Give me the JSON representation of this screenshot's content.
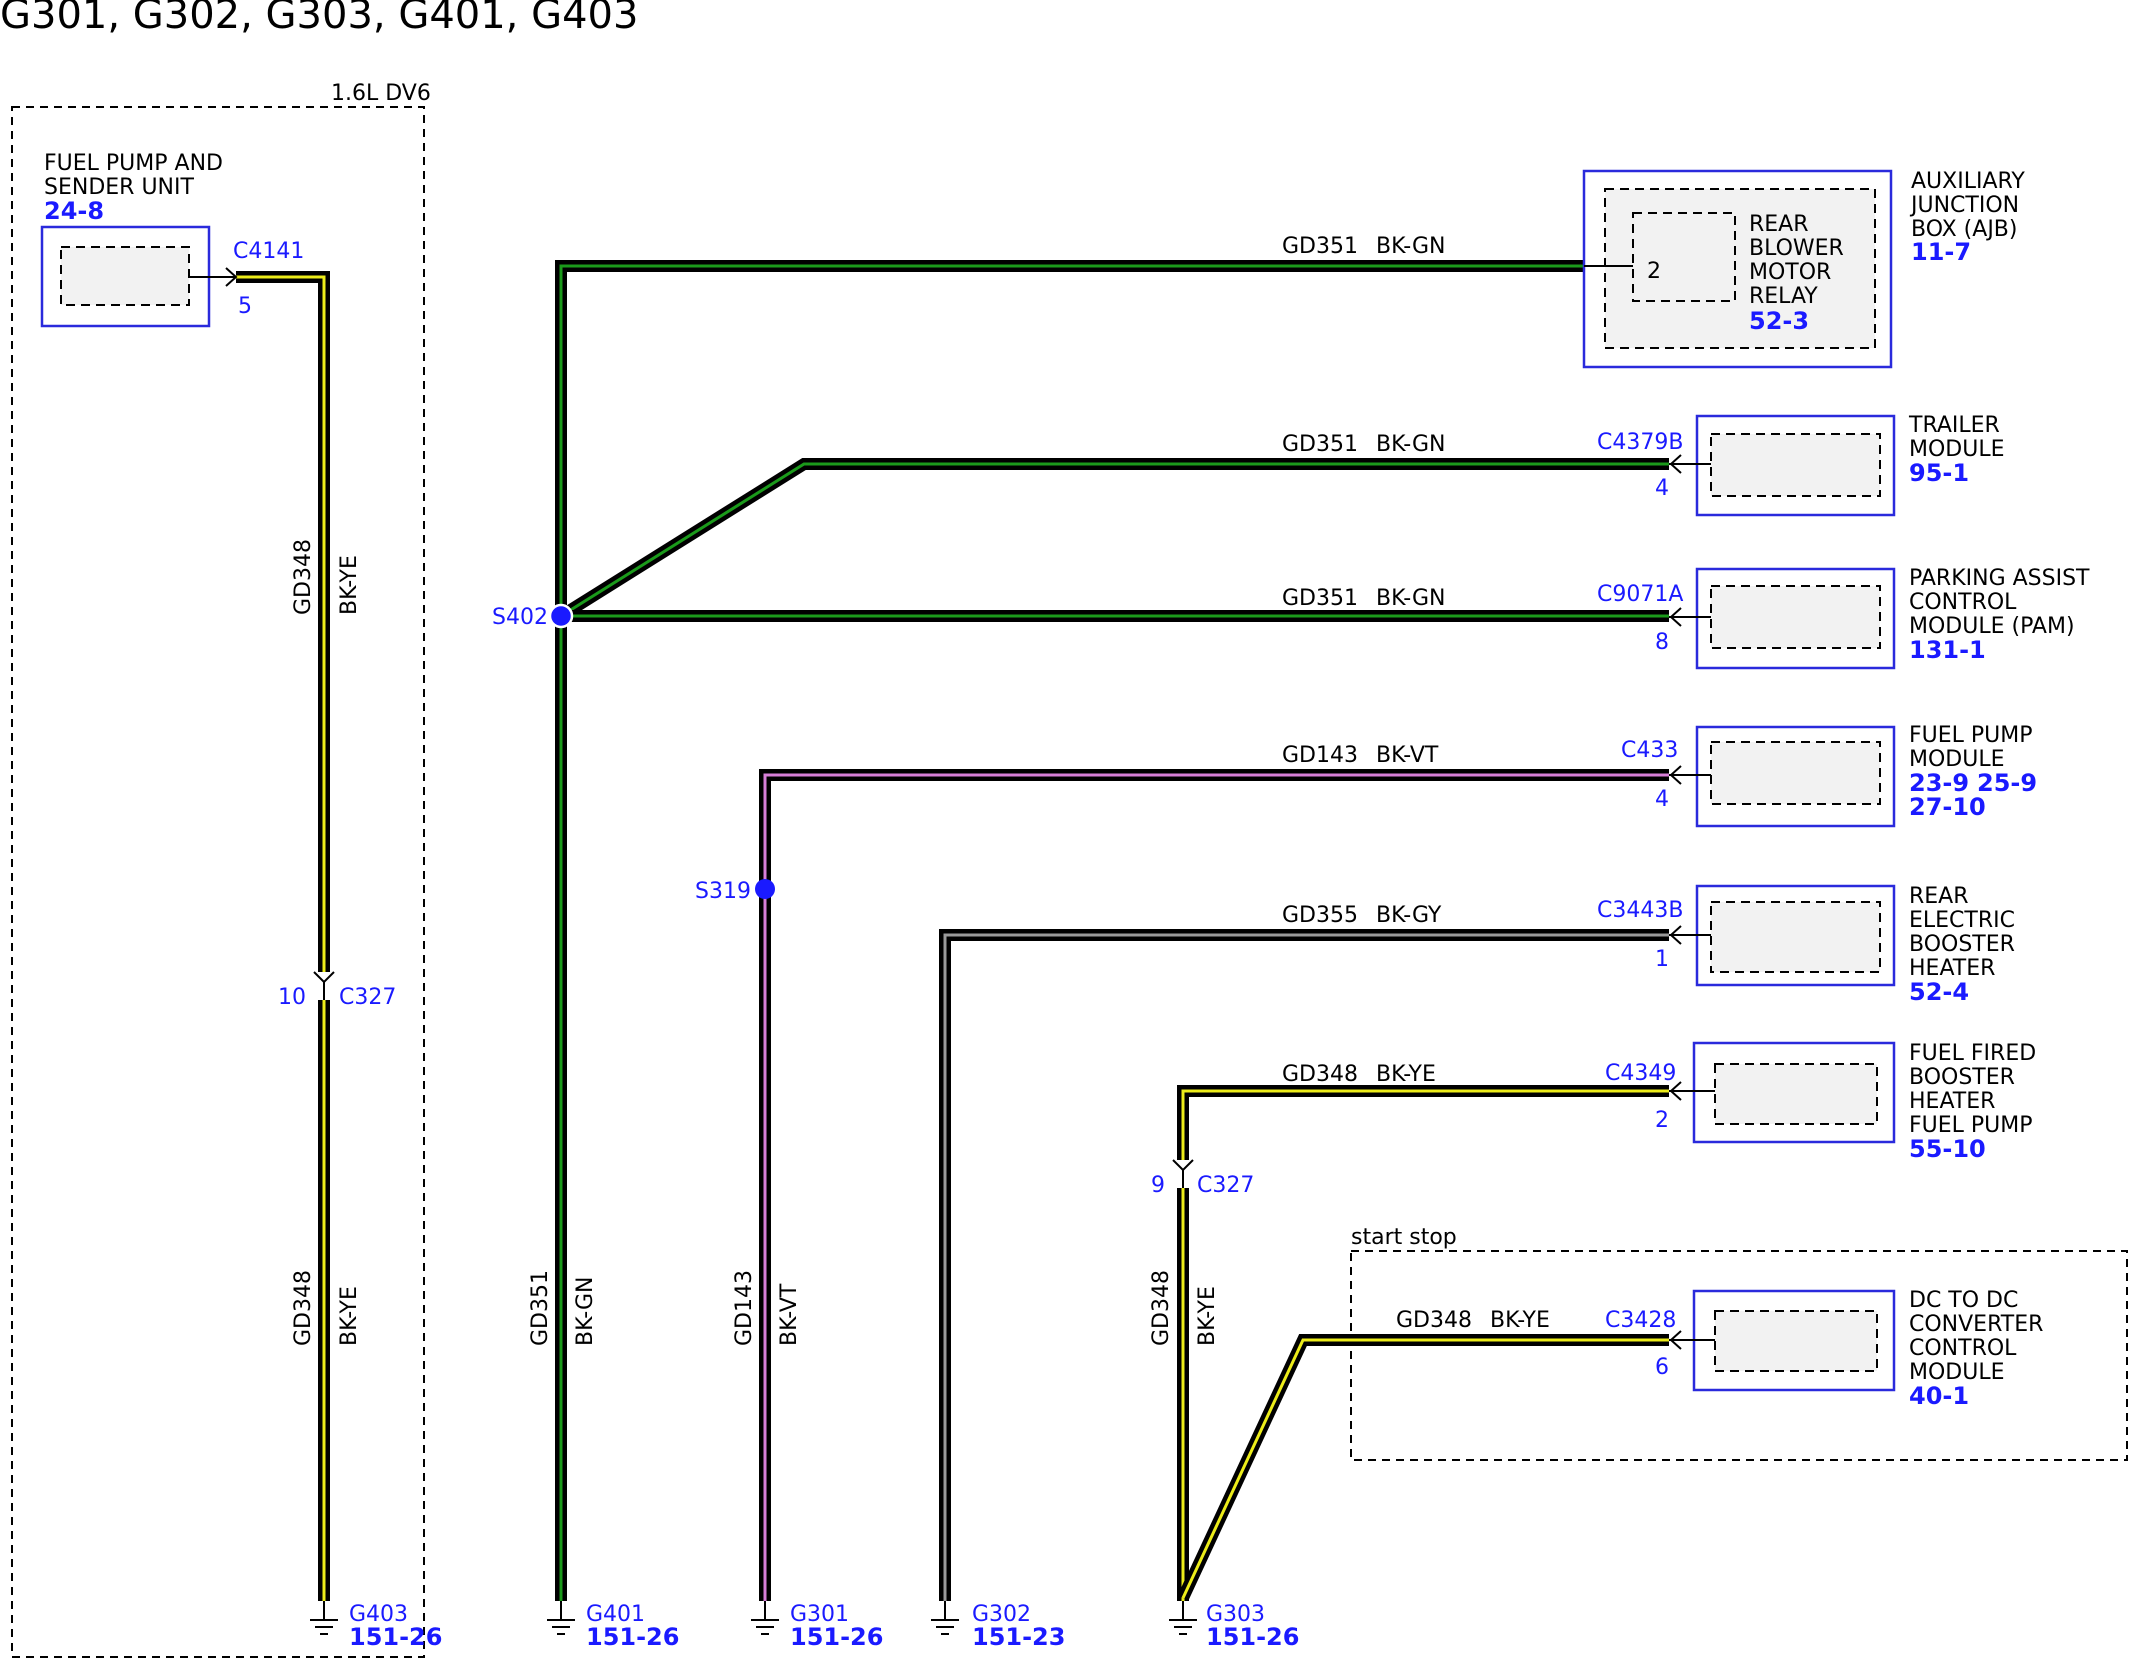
{
  "title": "G301, G302, G303, G401, G403",
  "wire_colors": {
    "BK": "#000000",
    "GN": "#1b9a1b",
    "YE": "#ecec1a",
    "VT": "#d87fd8",
    "GY": "#9a9a9a",
    "connector_blue": "#1a1aff"
  },
  "zones": {
    "engine": "1.6L DV6",
    "start_stop": "start stop"
  },
  "components": {
    "fuel_pump_sender": {
      "name_line1": "FUEL PUMP AND",
      "name_line2": "SENDER UNIT",
      "ref": "24-8",
      "connector": "C4141",
      "pin": "5"
    },
    "ajb": {
      "name_line1": "AUXILIARY",
      "name_line2": "JUNCTION",
      "name_line3": "BOX (AJB)",
      "ref": "11-7"
    },
    "relay": {
      "name_line1": "REAR",
      "name_line2": "BLOWER",
      "name_line3": "MOTOR",
      "name_line4": "RELAY",
      "ref": "52-3",
      "pin": "2"
    },
    "trailer": {
      "name_line1": "TRAILER",
      "name_line2": "MODULE",
      "ref": "95-1",
      "connector": "C4379B",
      "pin": "4"
    },
    "pam": {
      "name_line1": "PARKING ASSIST",
      "name_line2": "CONTROL",
      "name_line3": "MODULE (PAM)",
      "ref": "131-1",
      "connector": "C9071A",
      "pin": "8"
    },
    "fuel_pump_module": {
      "name_line1": "FUEL PUMP",
      "name_line2": "MODULE",
      "ref1": "23-9",
      "ref2": "25-9",
      "ref3": "27-10",
      "connector": "C433",
      "pin": "4"
    },
    "booster": {
      "name_line1": "REAR",
      "name_line2": "ELECTRIC",
      "name_line3": "BOOSTER",
      "name_line4": "HEATER",
      "ref": "52-4",
      "connector": "C3443B",
      "pin": "1"
    },
    "fuel_fired": {
      "name_line1": "FUEL FIRED",
      "name_line2": "BOOSTER",
      "name_line3": "HEATER",
      "name_line4": "FUEL PUMP",
      "ref": "55-10",
      "connector": "C4349",
      "pin": "2"
    },
    "dcdc": {
      "name_line1": "DC TO DC",
      "name_line2": "CONVERTER",
      "name_line3": "CONTROL",
      "name_line4": "MODULE",
      "ref": "40-1",
      "connector": "C3428",
      "pin": "6"
    }
  },
  "inline_connectors": {
    "c327_a": {
      "name": "C327",
      "pin": "10"
    },
    "c327_b": {
      "name": "C327",
      "pin": "9"
    }
  },
  "splices": {
    "s402": "S402",
    "s319": "S319"
  },
  "wires": {
    "gd348": {
      "circuit": "GD348",
      "color": "BK-YE"
    },
    "gd351": {
      "circuit": "GD351",
      "color": "BK-GN"
    },
    "gd143": {
      "circuit": "GD143",
      "color": "BK-VT"
    },
    "gd355": {
      "circuit": "GD355",
      "color": "BK-GY"
    }
  },
  "grounds": {
    "g403": {
      "name": "G403",
      "ref": "151-26"
    },
    "g401": {
      "name": "G401",
      "ref": "151-26"
    },
    "g301": {
      "name": "G301",
      "ref": "151-26"
    },
    "g302": {
      "name": "G302",
      "ref": "151-23"
    },
    "g303": {
      "name": "G303",
      "ref": "151-26"
    }
  }
}
